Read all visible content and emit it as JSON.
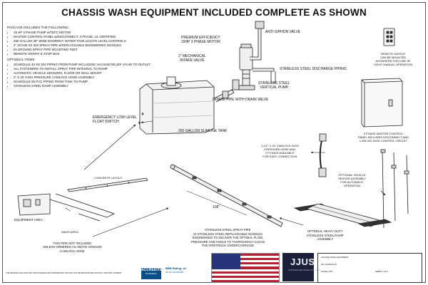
{
  "title": "CHASSIS WASH EQUIPMENT INCLUDED COMPLETE AS SHOWN",
  "package": {
    "heading": "PACKAGE INCLUDES THE FOLLOWING:",
    "items": [
      "15 HP 3 PHASE PUMP w/TEFC MOTOR",
      "MASTER CONTROL PANEL w/DISCONNECT, 3 PHASE, UL CERTIFIED",
      "250 GALLON 28\" WIDE DOORWAY WATER TANK w/AUTO LEVEL CONTROLS",
      "2\" SCH40 SS 304 SPRAY PIPE w/REPLACEABLE ENGINEERED NOZZLES",
      "IN-GROUND SPRAY PIPE MOUNTING FEET",
      "REMOTE ON/OFF E-STOP BOX"
    ]
  },
  "optional": {
    "heading": "OPTIONAL ITEMS:",
    "items": [
      "SCHEDULE 40 SS 304 PIPING FROM PUMP INCLUDING VACUUM RELIEF VALVE TO OUTLET",
      "ALL FASTENERS TO INSTALL SPRAY PIPE INTEGRAL TO RAMP",
      "AUTOMATIC VEHICLE SENSORS, FLOOR OR WALL MOUNT",
      "2\" X 20' HIGH PRESSURE CAMLOCK HOSE ASSEMBLY",
      "SCHEDULE 80 PVC PIPING FROM TANK TO PUMP",
      "STAINLESS STEEL RAMP ASSEMBLY"
    ]
  },
  "labels": {
    "anti_siphon": "ANTI-SIPHON VALVE",
    "motor": "PREMIUM EFFICIENCY\n15HP 3 PHASE  MOTOR",
    "intake_valve": "2\" MECHANICAL\nINTAKE VALVE",
    "discharge": "STAINLESS STEEL DISCHARGE PIPING",
    "vertical_pump": "STAINLESS STEEL\nVERTICAL PUMP",
    "intake_pipe": "INTAKE PIPE WITH DRAIN VALVE",
    "float_switch": "EMERGENCY LOW LEVEL\nFLOAT SWITCH",
    "tank": "250 GALLON SLIMLINE TANK",
    "remote_switch": "REMOTE SWITCH\nCAN BE MOUNTED\nANYWHERE FOR LINE OF\nSIGHT MANUAL OPERATION",
    "control_panel": "3 PHASE MASTER CONTROL\nPANEL INCLUDES DISCONNECT AND\nLOW VOLTAGE CONTROL CIRCUIT",
    "camlock": "1-1/2\" X 20' CAMLOCK HIGH\nPRESSURE HOSE AND\nFITTINGS AVAILABLE\nFOR EASY CONNECTION",
    "sensor": "OPTIONAL VEHICLE\nSENSOR ASSEMBLY\nFOR AUTOMATIC\nOPERATION",
    "concrete": "CONCRETE LAYOUT",
    "equipment_area": "EQUIPMENT AREA",
    "wash_area": "WASH AREA",
    "pipe_not_included": "THIS PIPE NOT INCLUDED\nUNLESS ORDERED AS ABOVE GROUND\nCAMLOCK HOSE",
    "dimension": "108\"",
    "spray_pipe": "STAINLESS STEEL SPRAY PIPE\n10 STAINLESS STEEL REPLACEABLE NOZZLES\nENGINEERED TO DELIVER THE OPTIMAL FLOW,\nPRESSURE AND ANGLE TO THOROUGHLY CLEAN\nTHE FIRETRUCK  UNDERCARRIAGE",
    "ramp": "OPTIONAL HEAVY DUTY\nSTAINLESS STEEL RAMP\nASSEMBLY"
  },
  "footer": {
    "disclaimer": "THE DRAWING AND DATA SET FORTH HEREIN ARE PROPRIETARY AND MAY NOT BE REPRODUCED WITHOUT WRITTEN CONSENT.",
    "bbb_top": "ACCREDITED",
    "bbb_bottom": "BUSINESS",
    "bbb_rating": "BBB Rating: A+",
    "rating_sub": "AS OF 12/15/2018",
    "logo": "JJUS",
    "logo_sub": "CONTROLLED WASH SYSTEMS",
    "title_block": {
      "customer": "CHASSIS WASH EQUIPMENT",
      "drawing": "WC-CHASSIS-15",
      "scale": "SCALE: NTS",
      "sheet": "SHEET 1 OF 1"
    }
  },
  "colors": {
    "line": "#222222",
    "arrow": "#111111",
    "flag_red": "#b22234",
    "flag_blue": "#27337a",
    "logo_bg": "#1b1f3a",
    "bbb_blue": "#0b4f88"
  }
}
